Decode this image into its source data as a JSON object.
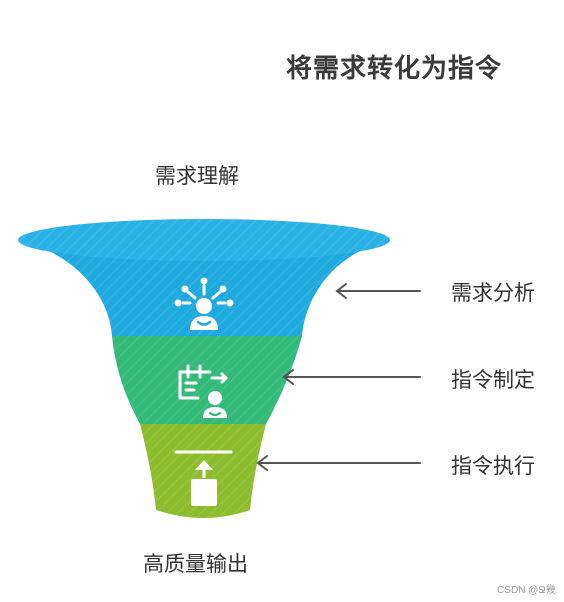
{
  "title": "将需求转化为指令",
  "funnel": {
    "top_label": "需求理解",
    "bottom_label": "高质量输出",
    "stages": [
      {
        "label": "需求分析",
        "icon": "idea-network-icon",
        "color": "#1EA9DF"
      },
      {
        "label": "指令制定",
        "icon": "document-person-icon",
        "color": "#33B978"
      },
      {
        "label": "指令执行",
        "icon": "upload-box-icon",
        "color": "#8DBD2E"
      }
    ]
  },
  "watermark": "CSDN @Ջ幾"
}
